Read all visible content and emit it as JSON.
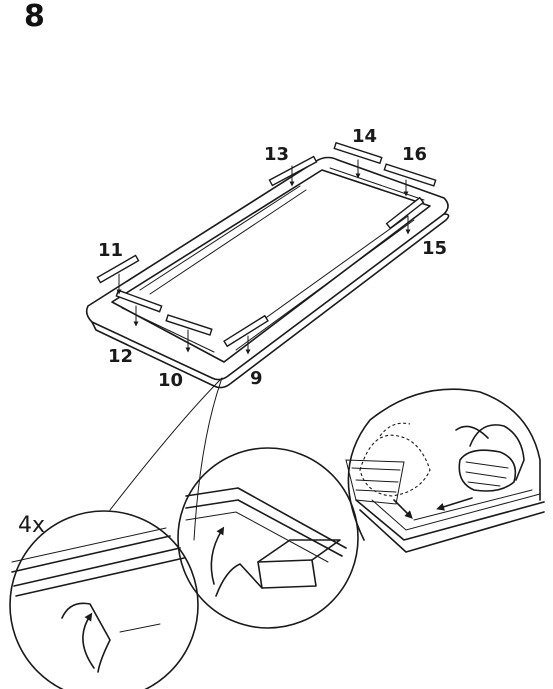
{
  "step_number": "8",
  "quantity": "4x",
  "part_labels": {
    "p9": "9",
    "p10": "10",
    "p11": "11",
    "p12": "12",
    "p13": "13",
    "p14": "14",
    "p15": "15",
    "p16": "16"
  },
  "icons": {
    "down_arrow": "down-arrow-icon",
    "curved_arrow": "rotate-arrow-icon",
    "push_arrow": "left-arrow-icon",
    "hand": "hand-icon"
  }
}
